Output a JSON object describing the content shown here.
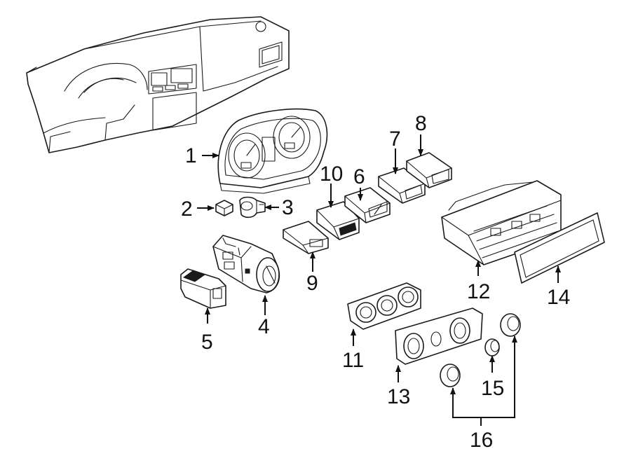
{
  "callouts": [
    "1",
    "2",
    "3",
    "4",
    "5",
    "6",
    "7",
    "8",
    "9",
    "10",
    "11",
    "12",
    "13",
    "14",
    "15",
    "16"
  ],
  "parts": [
    "dashboard-outline",
    "instrument-cluster",
    "clip",
    "lamp-socket",
    "headlamp-switch",
    "switch-small",
    "switch-6",
    "switch-7",
    "switch-8",
    "switch-9",
    "switch-10",
    "climate-control-panel-11",
    "climate-control-unit-12",
    "control-panel-13",
    "trim-bezel-14",
    "knob-15",
    "knob-16a",
    "knob-16b"
  ]
}
